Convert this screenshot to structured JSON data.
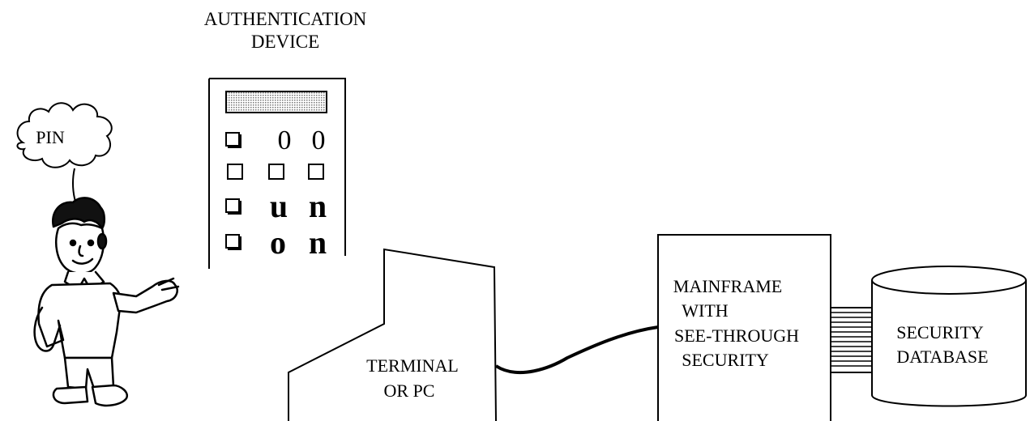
{
  "device": {
    "title_line1": "AUTHENTICATION",
    "title_line2": "DEVICE",
    "keypad": {
      "row1": [
        "0",
        "0"
      ],
      "row3": [
        "u",
        "n"
      ],
      "row4": [
        "o",
        "n"
      ]
    }
  },
  "pin_label": "PIN",
  "terminal": {
    "line1": "TERMINAL",
    "line2": "OR PC"
  },
  "mainframe": {
    "line1": "MAINFRAME",
    "line2": "WITH",
    "line3": "SEE-THROUGH",
    "line4": "SECURITY"
  },
  "database": {
    "line1": "SECURITY",
    "line2": "DATABASE"
  }
}
